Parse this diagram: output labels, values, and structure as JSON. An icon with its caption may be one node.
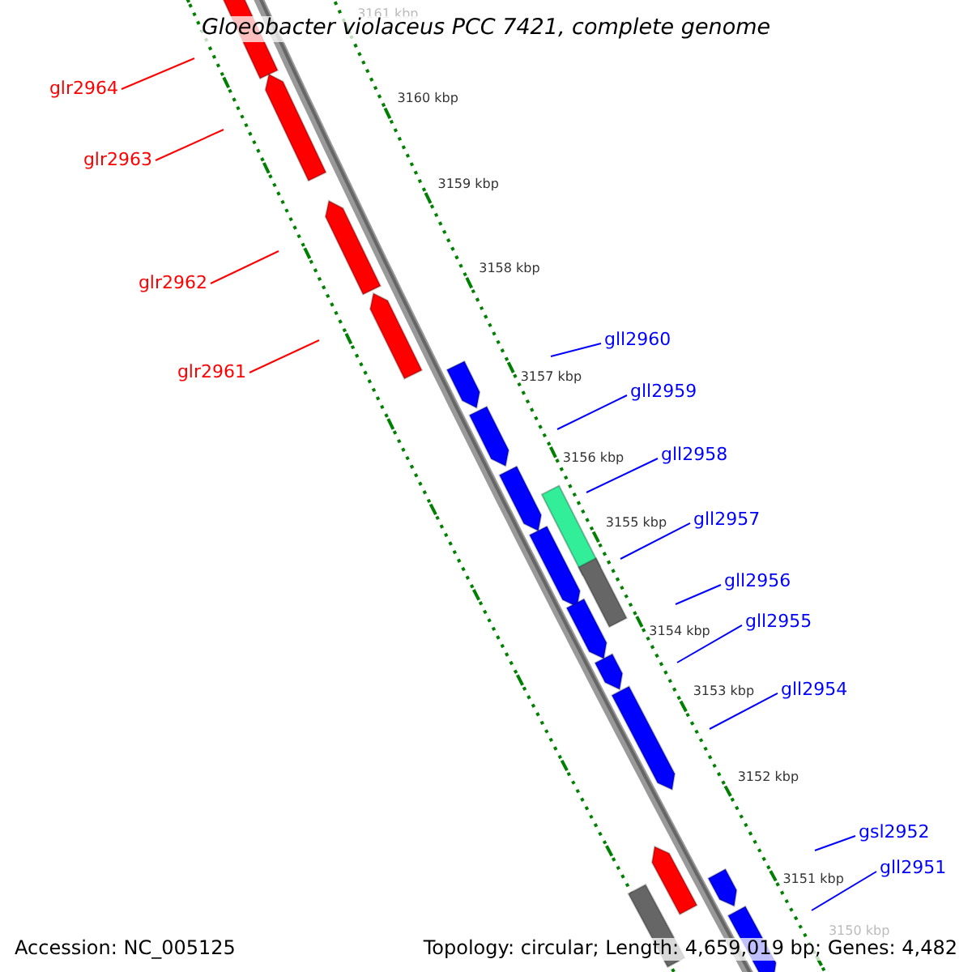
{
  "diagram": {
    "title": "Gloeobacter violaceus PCC 7421, complete genome",
    "nodes": [
      {
        "text": [
          "glr2964"
        ]
      },
      {
        "text": [
          "glr2963"
        ]
      },
      {
        "text": [
          "glr2962"
        ]
      },
      {
        "text": [
          "gll2960"
        ]
      },
      {
        "text": [
          "glr2961"
        ]
      },
      {
        "text": [
          "gll2959"
        ]
      },
      {
        "text": [
          "gll2958"
        ]
      },
      {
        "text": [
          "gll2957"
        ]
      },
      {
        "text": [
          "gll2956"
        ]
      },
      {
        "text": [
          "gll2955"
        ]
      },
      {
        "text": [
          "gll2954"
        ]
      },
      {
        "text": [
          "gsl2952"
        ]
      },
      {
        "text": [
          "gll2951"
        ]
      }
    ],
    "edges": [
      {
        "from": 0,
        "to": null,
        "arrow": "none",
        "color": "#ff0000"
      },
      {
        "from": 1,
        "to": null,
        "arrow": "none",
        "color": "#ff0000"
      },
      {
        "from": 2,
        "to": null,
        "arrow": "none",
        "color": "#ff0000"
      },
      {
        "from": 3,
        "to": null,
        "arrow": "none"
      },
      {
        "from": 4,
        "to": null,
        "arrow": "none",
        "color": "#ff0000"
      },
      {
        "from": 5,
        "to": null,
        "arrow": "none"
      },
      {
        "from": 6,
        "to": null,
        "arrow": "none"
      },
      {
        "from": 7,
        "to": null,
        "arrow": "none"
      },
      {
        "from": 8,
        "to": null,
        "arrow": "none"
      },
      {
        "from": 9,
        "to": null,
        "arrow": "none"
      },
      {
        "from": 10,
        "to": null,
        "arrow": "none"
      },
      {
        "from": 11,
        "to": null,
        "arrow": "none"
      },
      {
        "from": 12,
        "to": null,
        "arrow": "none"
      }
    ],
    "labels": [
      "3161 kbp",
      "3160 kbp",
      "3159 kbp",
      "3158 kbp",
      "3157 kbp",
      "3156 kbp",
      "3155 kbp",
      "3154 kbp",
      "3153 kbp",
      "3152 kbp",
      "3151 kbp",
      "3150 kbp",
      "Accession: NC_005125",
      "Topology: circular; Length: 4,659,019 bp; Genes: 4,482"
    ]
  }
}
